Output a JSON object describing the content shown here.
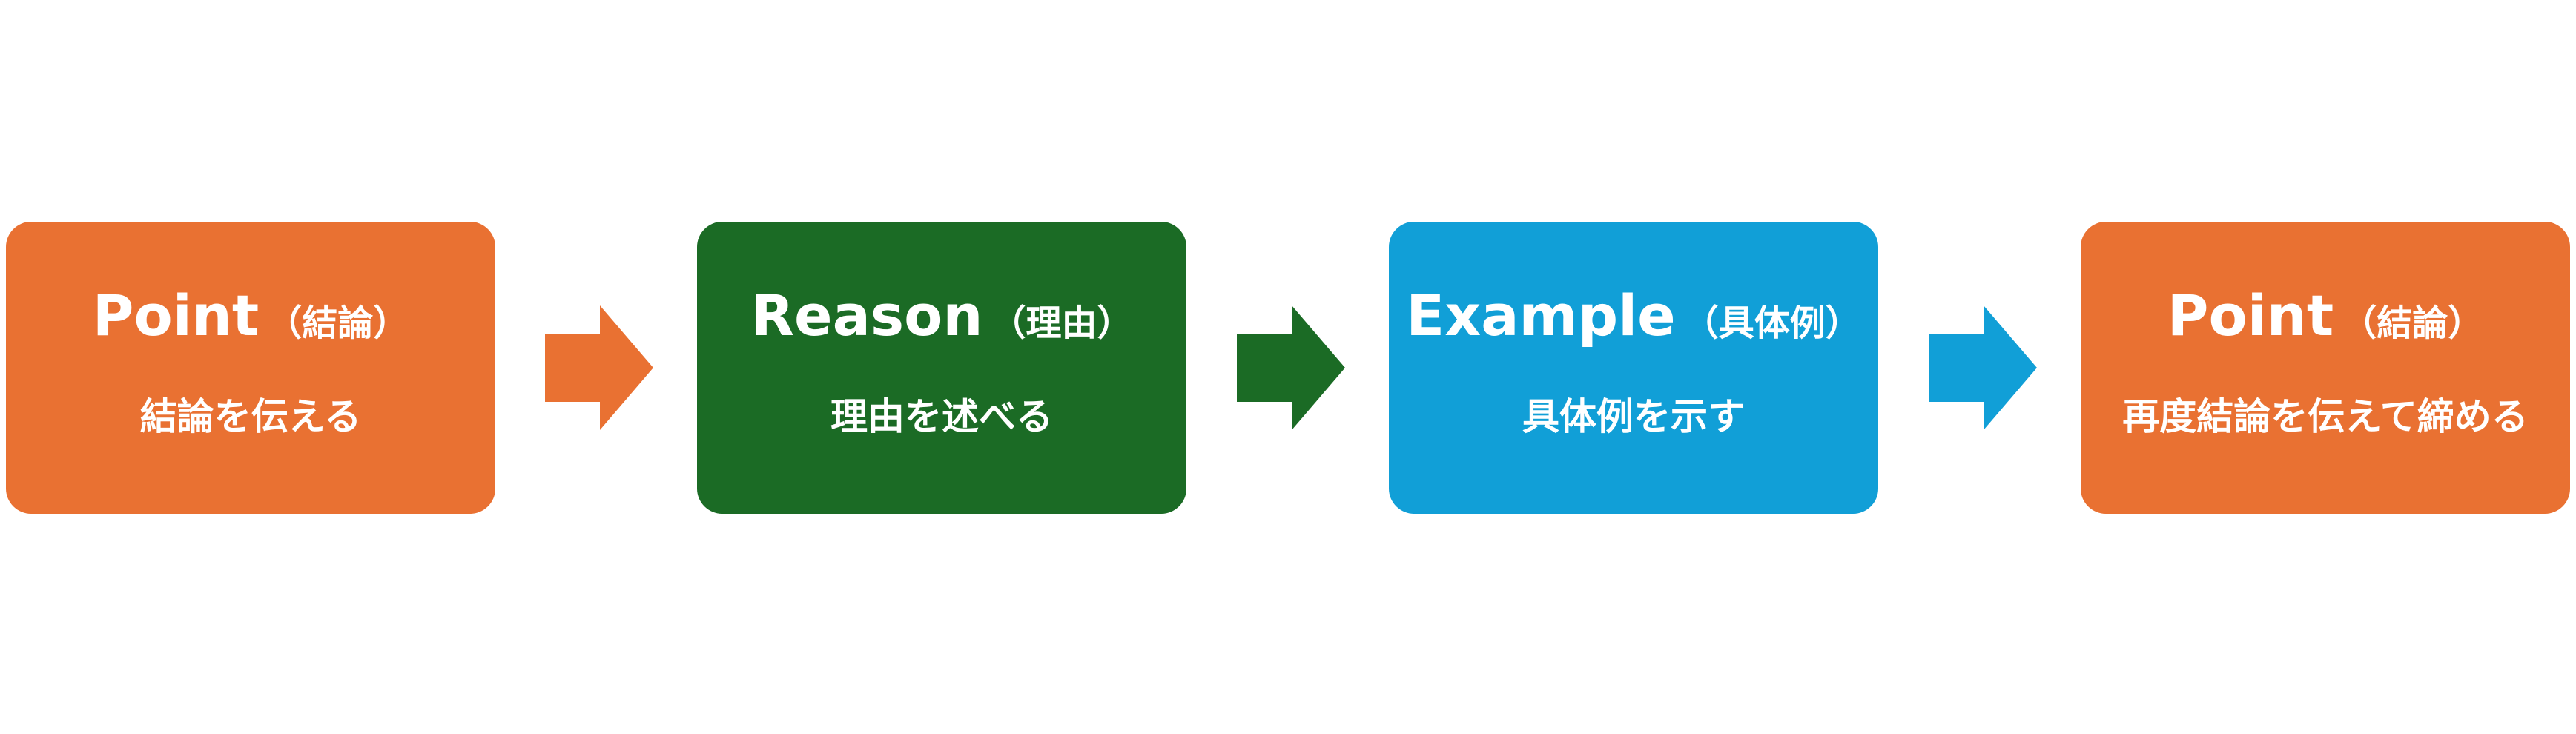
{
  "steps": [
    {
      "title_en": "Point",
      "title_ja": "（結論）",
      "description": "結論を伝える",
      "color": "#E97132"
    },
    {
      "title_en": "Reason",
      "title_ja": "（理由）",
      "description": "理由を述べる",
      "color": "#1B6B25"
    },
    {
      "title_en": "Example",
      "title_ja": "（具体例）",
      "description": "具体例を示す",
      "color": "#119FD7"
    },
    {
      "title_en": "Point",
      "title_ja": "（結論）",
      "description": "再度結論を伝えて締める",
      "color": "#E97132"
    }
  ],
  "arrows": [
    {
      "icon": "right-arrow-icon",
      "color": "#E97132"
    },
    {
      "icon": "right-arrow-icon",
      "color": "#1B6B25"
    },
    {
      "icon": "right-arrow-icon",
      "color": "#119FD7"
    }
  ]
}
